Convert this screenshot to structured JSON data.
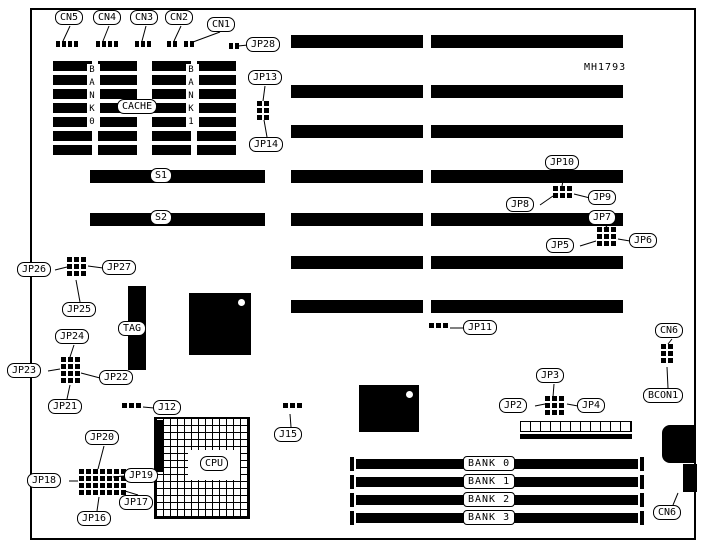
{
  "board": {
    "part_number": "MH1793"
  },
  "colors": {
    "ink": "#000000",
    "paper": "#ffffff"
  },
  "top_connectors": {
    "cn1": "CN1",
    "cn2": "CN2",
    "cn3": "CN3",
    "cn4": "CN4",
    "cn5": "CN5"
  },
  "connectors": {
    "cn6_top": "CN6",
    "cn6_bottom": "CN6",
    "bcon1": "BCON1"
  },
  "cache": {
    "label": "CACHE",
    "bank0": "BANK0",
    "bank1": "BANK1"
  },
  "slots": {
    "s1": "S1",
    "s2": "S2"
  },
  "chips": {
    "tag": "TAG",
    "cpu": "CPU"
  },
  "jumpers": {
    "jp2": "JP2",
    "jp3": "JP3",
    "jp4": "JP4",
    "jp5": "JP5",
    "jp6": "JP6",
    "jp7": "JP7",
    "jp8": "JP8",
    "jp9": "JP9",
    "jp10": "JP10",
    "jp11": "JP11",
    "jp13": "JP13",
    "jp14": "JP14",
    "jp16": "JP16",
    "jp17": "JP17",
    "jp18": "JP18",
    "jp19": "JP19",
    "jp20": "JP20",
    "jp21": "JP21",
    "jp22": "JP22",
    "jp23": "JP23",
    "jp24": "JP24",
    "jp25": "JP25",
    "jp26": "JP26",
    "jp27": "JP27",
    "jp28": "JP28",
    "j12": "J12",
    "j15": "J15"
  },
  "simm_banks": [
    "BANK 0",
    "BANK 1",
    "BANK 2",
    "BANK 3"
  ]
}
